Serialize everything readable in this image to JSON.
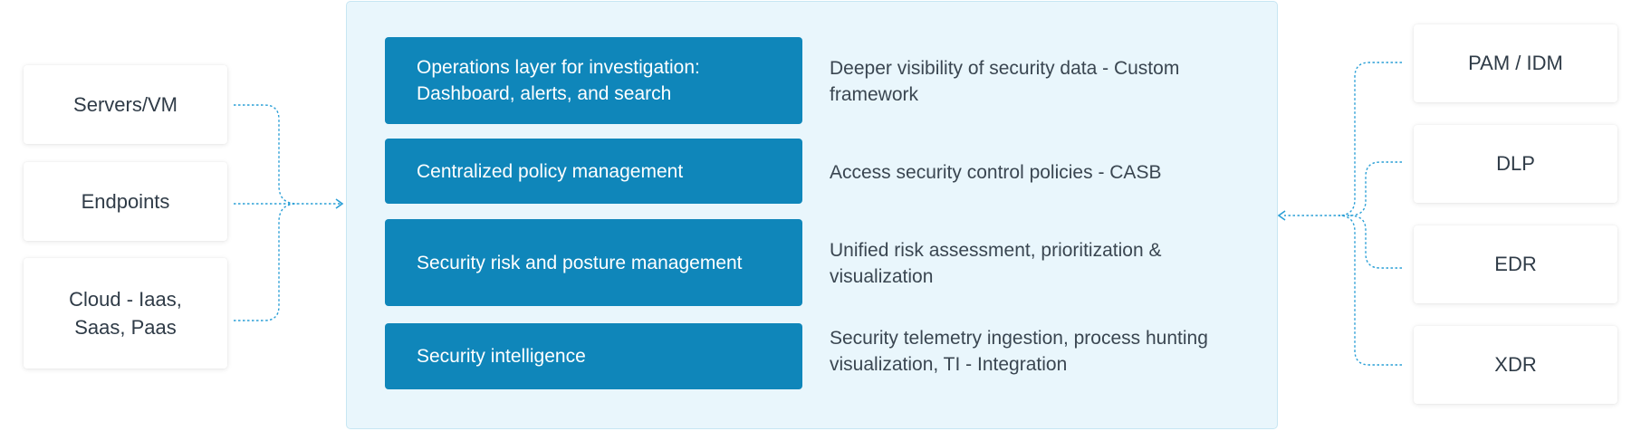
{
  "sources": [
    {
      "label": "Servers/VM"
    },
    {
      "label": "Endpoints"
    },
    {
      "label": "Cloud - Iaas,\nSaas, Paas"
    }
  ],
  "layers": [
    {
      "title": "Operations layer for investigation: Dashboard, alerts, and search",
      "description": "Deeper visibility of security data - Custom framework"
    },
    {
      "title": "Centralized policy management",
      "description": "Access security control policies - CASB"
    },
    {
      "title": "Security risk and posture management",
      "description": "Unified risk assessment, prioritization & visualization"
    },
    {
      "title": "Security intelligence",
      "description": "Security telemetry ingestion, process hunting visualization, TI - Integration"
    }
  ],
  "integrations": [
    {
      "label": "PAM / IDM"
    },
    {
      "label": "DLP"
    },
    {
      "label": "EDR"
    },
    {
      "label": "XDR"
    }
  ],
  "colors": {
    "layer_fill": "#0f86ba",
    "panel_fill": "#e9f6fc",
    "connector": "#2a9fd6",
    "text_dark": "#2f3b47"
  }
}
